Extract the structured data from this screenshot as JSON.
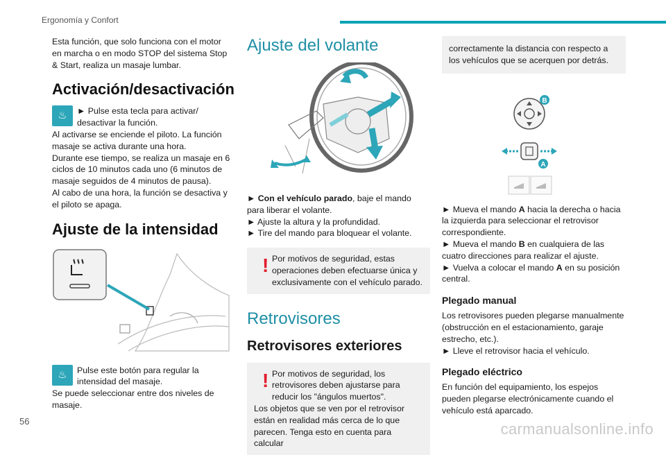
{
  "header": {
    "section": "Ergonomía y Confort"
  },
  "page_number": "56",
  "watermark": "carmanualsonline.info",
  "colors": {
    "accent": "#00a3b4",
    "warning": "#e21c2c",
    "box_bg": "#f0f0f0"
  },
  "col1": {
    "intro": "Esta función, que solo funciona con el motor en marcha o en modo STOP del sistema Stop & Start, realiza un masaje lumbar.",
    "activation_title": "Activación/desactivación",
    "activation_step": "► Pulse esta tecla para activar/ desactivar la función.",
    "activation_text1": "Al activarse se enciende el piloto. La función masaje se activa durante una hora.",
    "activation_text2": "Durante ese tiempo, se realiza un masaje en 6 ciclos de 10 minutos cada uno (6 minutos de masaje seguidos de 4 minutos de pausa).",
    "activation_text3": "Al cabo de una hora, la función se desactiva y el piloto se apaga.",
    "intensity_title": "Ajuste de la intensidad",
    "intensity_step": "Pulse este botón para regular la intensidad del masaje.",
    "intensity_text": "Se puede seleccionar entre dos niveles de masaje."
  },
  "col2": {
    "steering_title": "Ajuste del volante",
    "steering_step1_bold": "► Con el vehículo parado",
    "steering_step1_rest": ", baje el mando para liberar el volante.",
    "steering_step2": "► Ajuste la altura y la profundidad.",
    "steering_step3": "► Tire del mando para bloquear el volante.",
    "steering_warning": "Por motivos de seguridad, estas operaciones deben efectuarse única y exclusivamente con el vehículo parado.",
    "mirrors_title": "Retrovisores",
    "exterior_title": "Retrovisores exteriores",
    "mirrors_warning1": "Por motivos de seguridad, los retrovisores deben ajustarse para reducir los \"ángulos muertos\".",
    "mirrors_warning2": "Los objetos que se ven por el retrovisor están en realidad más cerca de lo que parecen. Tenga esto en cuenta para calcular"
  },
  "col3": {
    "warning_cont": "correctamente la distancia con respecto a los vehículos que se acerquen por detrás.",
    "label_a": "A",
    "label_b": "B",
    "step1a": "► Mueva el mando ",
    "step1b": "A",
    "step1c": " hacia la derecha o hacia la izquierda para seleccionar el retrovisor correspondiente.",
    "step2a": "► Mueva el mando ",
    "step2b": "B",
    "step2c": " en cualquiera de las cuatro direcciones para realizar el ajuste.",
    "step3a": "► Vuelva a colocar el mando ",
    "step3b": "A",
    "step3c": " en su posición central.",
    "manual_title": "Plegado manual",
    "manual_text": "Los retrovisores pueden plegarse manualmente (obstrucción en el estacionamiento, garaje estrecho, etc.).",
    "manual_step": "► Lleve el retrovisor hacia el vehículo.",
    "electric_title": "Plegado eléctrico",
    "electric_text": "En función del equipamiento, los espejos pueden plegarse electrónicamente cuando el vehículo está aparcado."
  }
}
